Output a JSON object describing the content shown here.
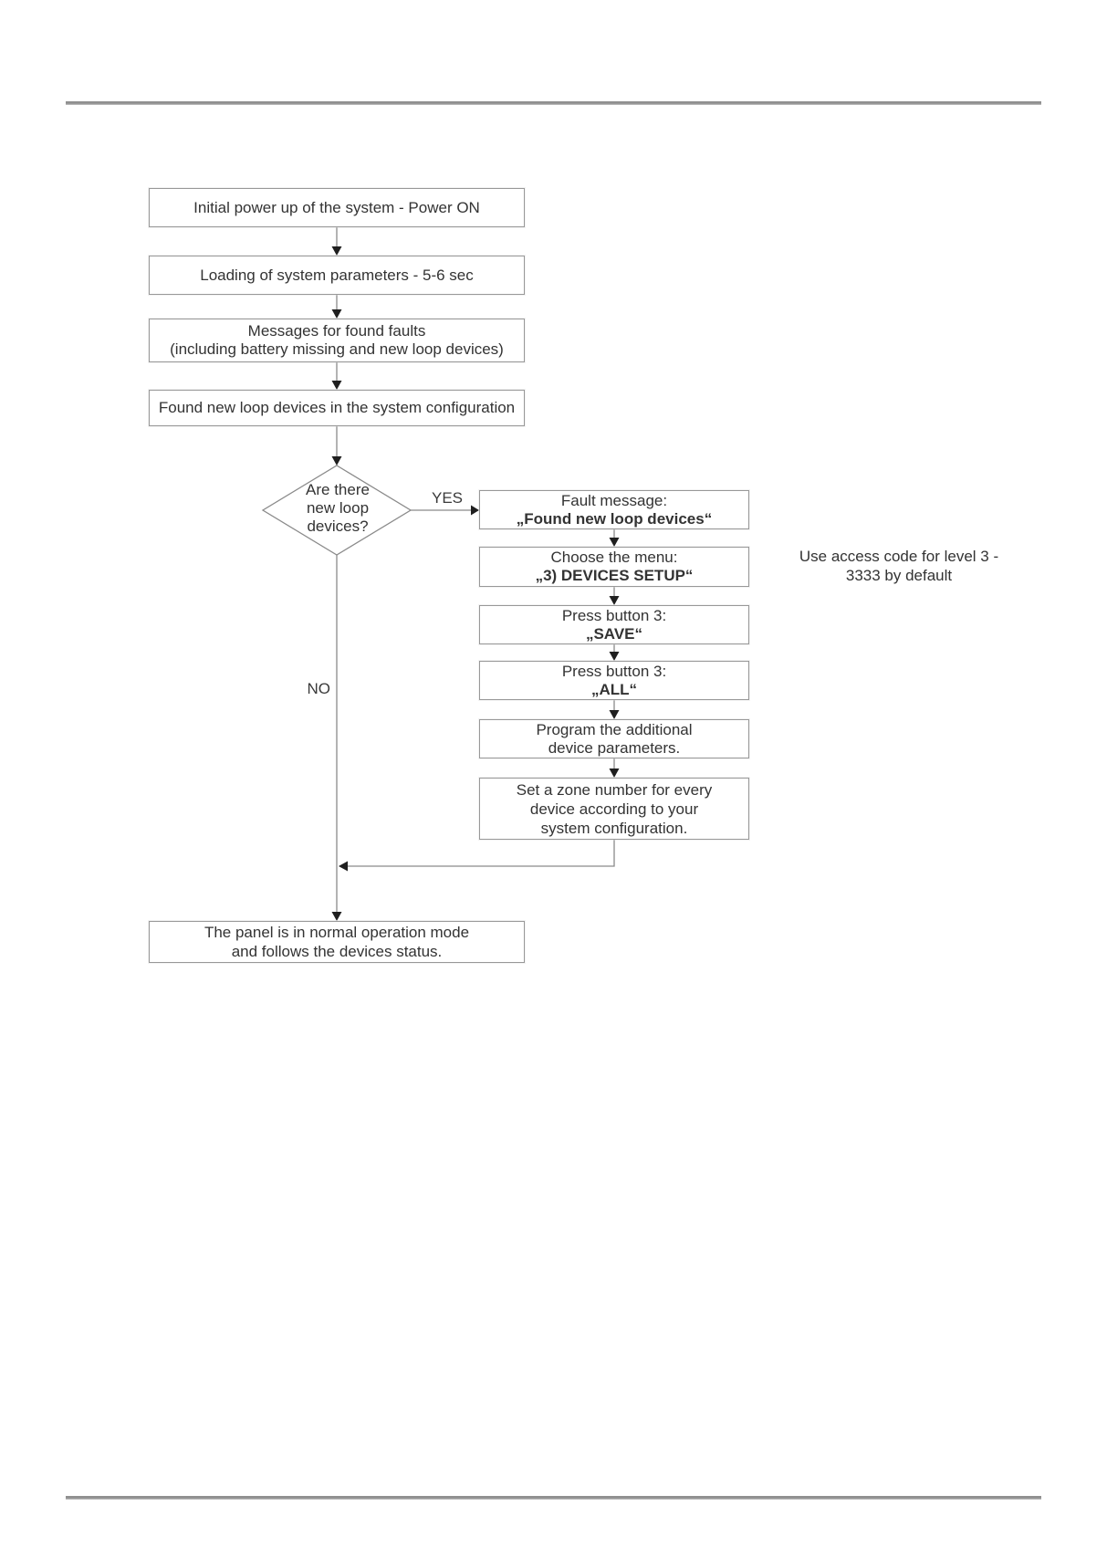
{
  "colors": {
    "box_border": "#989898",
    "connector_line": "#8a8a8a",
    "arrowhead": "#1f1f1f",
    "text": "#333333",
    "divider_rule": "#9a9a9a",
    "background": "#ffffff"
  },
  "flowchart": {
    "start_column": {
      "initial_power": {
        "line1": "Initial power up of the system - Power ON"
      },
      "loading": {
        "line1": "Loading of system parameters - 5-6 sec"
      },
      "messages": {
        "line1": "Messages for found faults",
        "line2": "(including battery missing and new loop devices)"
      },
      "found_devices": {
        "line1": "Found new loop devices in the system configuration"
      }
    },
    "decision": {
      "line1": "Are there",
      "line2": "new loop",
      "line3": "devices?"
    },
    "branch_labels": {
      "yes": "YES",
      "no": "NO"
    },
    "yes_branch": {
      "fault_message": {
        "line1": "Fault message:",
        "line2": "„Found new loop devices“"
      },
      "choose_menu": {
        "line1": "Choose the menu:",
        "line2": "„3) DEVICES SETUP“"
      },
      "press_save": {
        "line1": "Press button 3:",
        "line2": "„SAVE“"
      },
      "press_all": {
        "line1": "Press button 3:",
        "line2": "„ALL“"
      },
      "program_params": {
        "line1": "Program the additional",
        "line2": "device parameters."
      },
      "set_zone": {
        "line1": "Set a zone number for every",
        "line2": "device according to your",
        "line3": "system configuration."
      }
    },
    "note": {
      "line1": "Use access code for level 3 -",
      "line2": "3333 by default"
    },
    "end_box": {
      "line1": "The panel is in normal operation mode",
      "line2": "and follows the devices status."
    }
  }
}
